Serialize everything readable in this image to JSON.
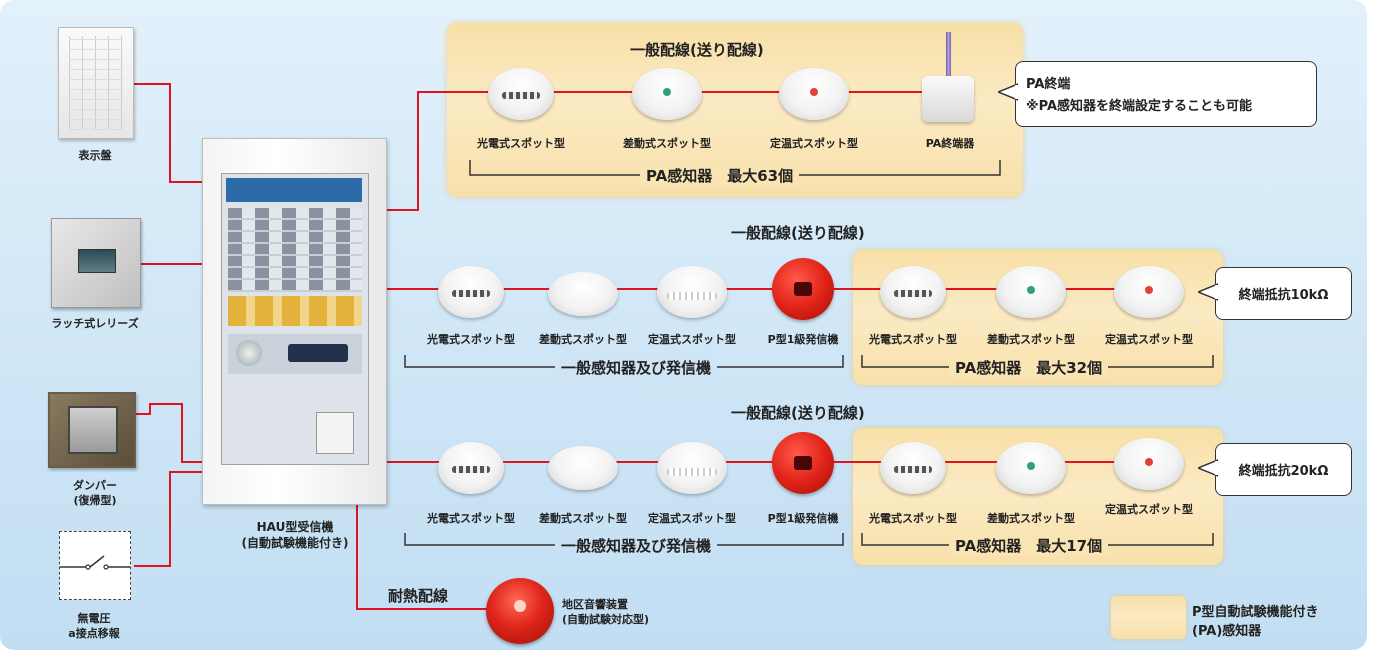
{
  "left_devices": {
    "display_panel": "表示盤",
    "latch_release": "ラッチ式レリーズ",
    "damper_line1": "ダンパー",
    "damper_line2": "(復帰型)",
    "no_voltage_line1": "無電圧",
    "no_voltage_line2": "a接点移報"
  },
  "receiver": {
    "name_line1": "HAU型受信機",
    "name_line2": "(自動試験機能付き)"
  },
  "row1": {
    "wiring_title": "一般配線(送り配線)",
    "detectors": [
      "光電式スポット型",
      "差動式スポット型",
      "定温式スポット型",
      "PA終端器"
    ],
    "bracket": "PA感知器　最大63個",
    "callout_line1": "PA終端",
    "callout_line2": "※PA感知器を終端設定することも可能"
  },
  "row2": {
    "wiring_title": "一般配線(送り配線)",
    "general": [
      "光電式スポット型",
      "差動式スポット型",
      "定温式スポット型",
      "P型1級発信機"
    ],
    "general_bracket": "一般感知器及び発信機",
    "pa": [
      "光電式スポット型",
      "差動式スポット型",
      "定温式スポット型"
    ],
    "pa_bracket": "PA感知器　最大32個",
    "callout": "終端抵抗10kΩ"
  },
  "row3": {
    "wiring_title": "一般配線(送り配線)",
    "general": [
      "光電式スポット型",
      "差動式スポット型",
      "定温式スポット型",
      "P型1級発信機"
    ],
    "general_bracket": "一般感知器及び発信機",
    "pa": [
      "光電式スポット型",
      "差動式スポット型",
      "定温式スポット型"
    ],
    "pa_bracket": "PA感知器　最大17個",
    "callout": "終端抵抗20kΩ"
  },
  "bell": {
    "wiring": "耐熱配線",
    "name_line1": "地区音響装置",
    "name_line2": "(自動試験対応型)"
  },
  "legend": {
    "line1": "P型自動試験機能付き",
    "line2": "(PA)感知器"
  },
  "colors": {
    "wire": "#e0141e",
    "pa_area": "#f8e2ae",
    "background": "#d2e8f7"
  }
}
